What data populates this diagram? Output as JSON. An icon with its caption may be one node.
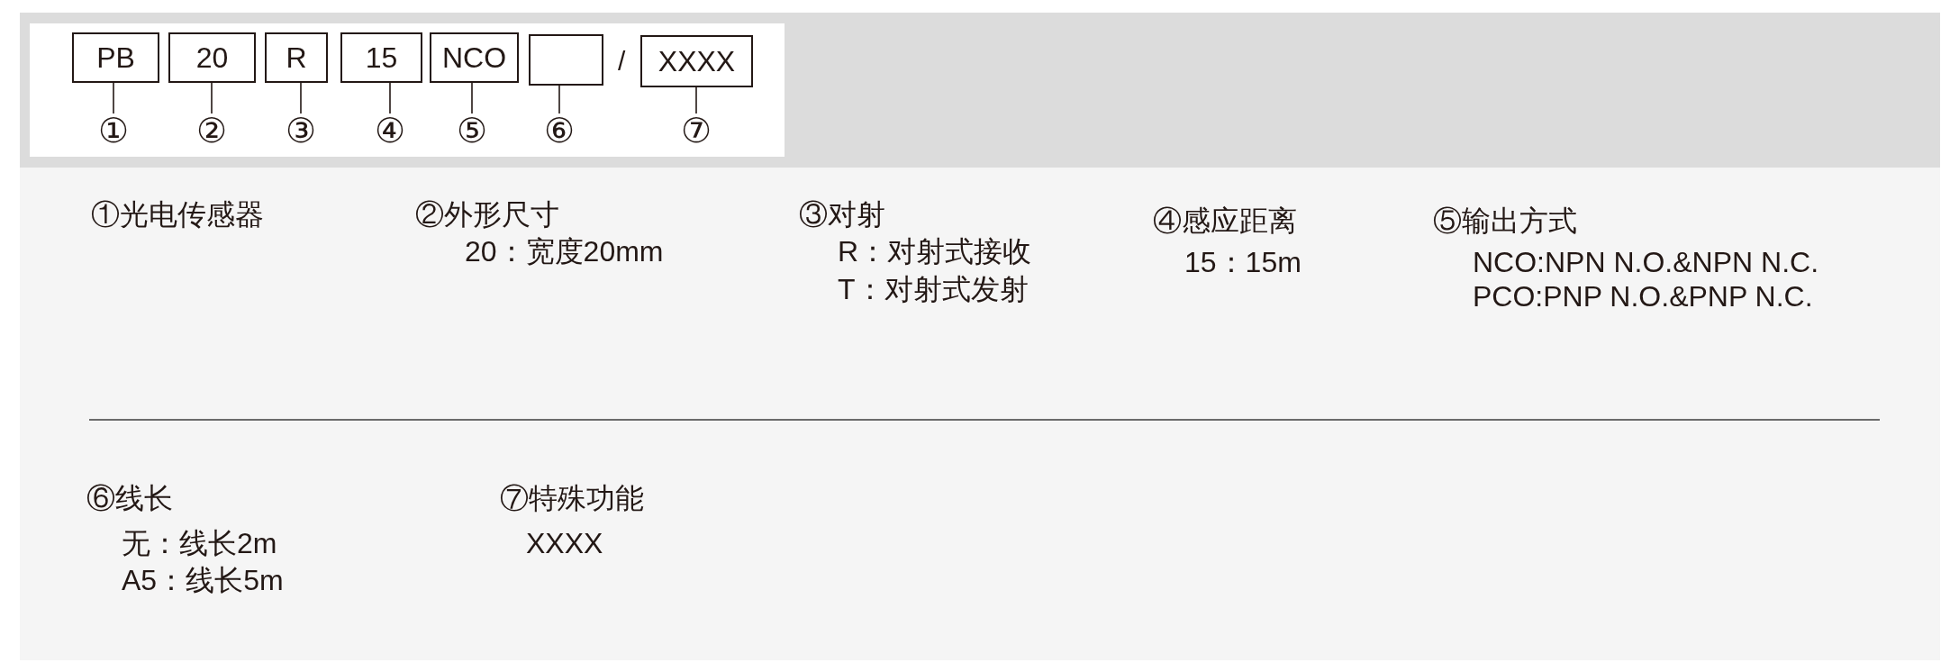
{
  "diagram": {
    "nodes": [
      {
        "text": [
          "PB"
        ]
      },
      {
        "text": [
          "20"
        ]
      },
      {
        "text": [
          "R"
        ]
      },
      {
        "text": [
          "15"
        ]
      },
      {
        "text": [
          "NCO"
        ]
      },
      {
        "text": [],
        "shape": "box"
      },
      {
        "text": [
          "XXXX"
        ]
      },
      {
        "text": [
          "①"
        ]
      },
      {
        "text": [
          "②"
        ]
      },
      {
        "text": [
          "③"
        ]
      },
      {
        "text": [
          "④"
        ]
      },
      {
        "text": [
          "⑤"
        ]
      },
      {
        "text": [
          "⑥"
        ]
      },
      {
        "text": [
          "⑦"
        ]
      }
    ],
    "edges": [
      {
        "from": 7,
        "to": 0,
        "arrow": "none"
      },
      {
        "from": 8,
        "to": 1,
        "arrow": "none"
      },
      {
        "from": 9,
        "to": 2,
        "arrow": "none"
      },
      {
        "from": 10,
        "to": 3,
        "arrow": "none"
      },
      {
        "from": 11,
        "to": 4,
        "arrow": "none"
      },
      {
        "from": 12,
        "to": 5,
        "arrow": "none"
      },
      {
        "from": 13,
        "to": 6,
        "arrow": "none"
      }
    ],
    "labels": [
      "/",
      "①光电传感器",
      "②外形尺寸",
      "20：宽度20mm",
      "③对射",
      "R：对射式接收",
      "T：对射式发射",
      "④感应距离",
      "15：15m",
      "⑤输出方式",
      "NCO:NPN N.O.&NPN N.C.",
      "PCO:PNP N.O.&PNP N.C.",
      "⑥线长",
      "无：线长2m",
      "A5：线长5m",
      "⑦特殊功能",
      "XXXX"
    ]
  }
}
